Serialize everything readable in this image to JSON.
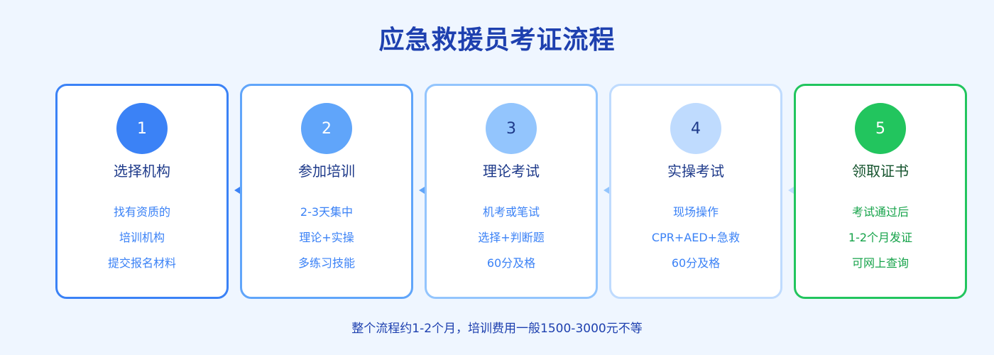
{
  "title": "应急救援员考证流程",
  "steps": [
    {
      "number": "1",
      "title": "选择机构",
      "lines": [
        "找有资质的",
        "培训机构",
        "提交报名材料"
      ],
      "border": "#3b82f6",
      "circle": "#3b82f6",
      "number_color": "#ffffff",
      "title_color": "#1e3a8a",
      "text_color": "#3b82f6"
    },
    {
      "number": "2",
      "title": "参加培训",
      "lines": [
        "2-3天集中",
        "理论+实操",
        "多练习技能"
      ],
      "border": "#60a5fa",
      "circle": "#60a5fa",
      "number_color": "#ffffff",
      "title_color": "#1e3a8a",
      "text_color": "#3b82f6"
    },
    {
      "number": "3",
      "title": "理论考试",
      "lines": [
        "机考或笔试",
        "选择+判断题",
        "60分及格"
      ],
      "border": "#93c5fd",
      "circle": "#93c5fd",
      "number_color": "#1e3a8a",
      "title_color": "#1e3a8a",
      "text_color": "#3b82f6"
    },
    {
      "number": "4",
      "title": "实操考试",
      "lines": [
        "现场操作",
        "CPR+AED+急救",
        "60分及格"
      ],
      "border": "#bfdbfe",
      "circle": "#bfdbfe",
      "number_color": "#1e3a8a",
      "title_color": "#1e3a8a",
      "text_color": "#3b82f6"
    },
    {
      "number": "5",
      "title": "领取证书",
      "lines": [
        "考试通过后",
        "1-2个月发证",
        "可网上查询"
      ],
      "border": "#22c55e",
      "circle": "#22c55e",
      "number_color": "#ffffff",
      "title_color": "#14532d",
      "text_color": "#16a34a"
    }
  ],
  "arrows": [
    {
      "color": "#3b82f6"
    },
    {
      "color": "#60a5fa"
    },
    {
      "color": "#93c5fd"
    },
    {
      "color": "#bfdbfe"
    }
  ],
  "footer": "整个流程约1-2个月，培训费用一般1500-3000元不等"
}
